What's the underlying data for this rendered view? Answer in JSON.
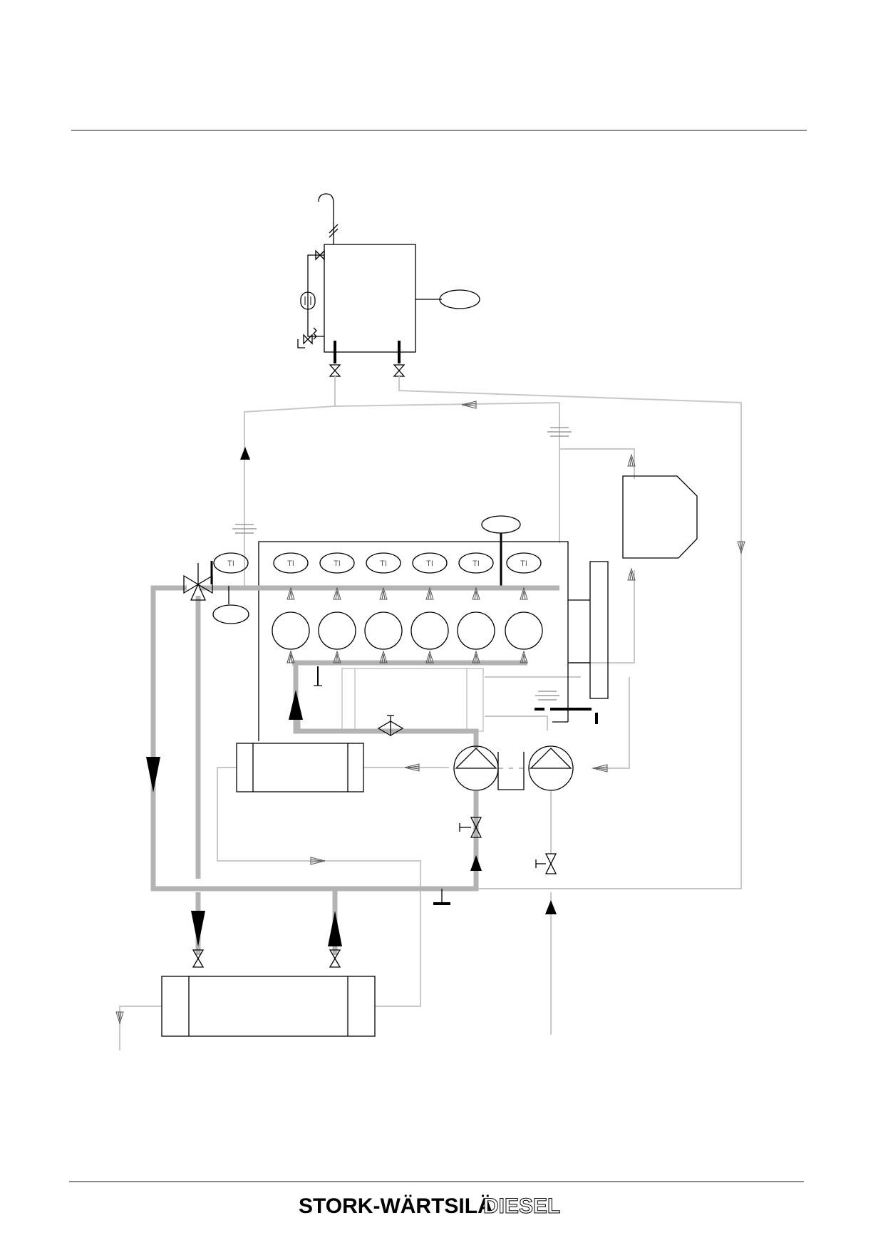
{
  "instrument_label": "TI",
  "cylinder_count": 6,
  "footer": {
    "logo_text_solid": "STORK-WÄRTSILÄ",
    "logo_text_outline": "DIESEL"
  }
}
